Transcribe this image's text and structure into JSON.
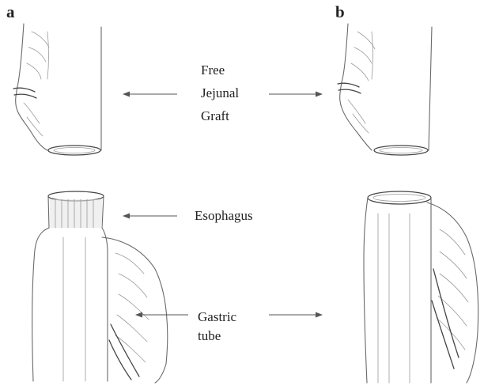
{
  "figure": {
    "panel_a": "a",
    "panel_b": "b",
    "labels": {
      "graft_line1": "Free",
      "graft_line2": "Jejunal",
      "graft_line3": "Graft",
      "esophagus": "Esophagus",
      "gastric_line1": "Gastric",
      "gastric_line2": "tube"
    }
  }
}
